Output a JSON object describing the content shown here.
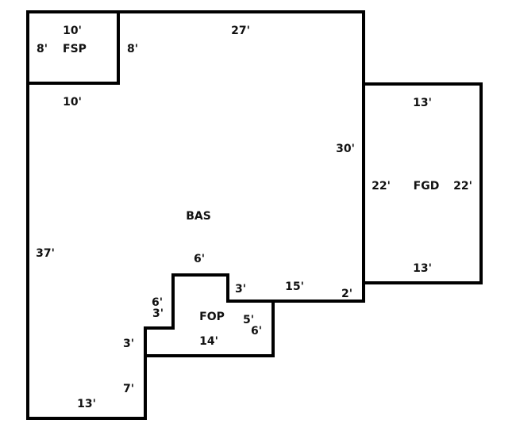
{
  "areas": {
    "bas": "BAS",
    "fsp": "FSP",
    "fgd": "FGD",
    "fop": "FOP"
  },
  "dimensions": {
    "bas_top": "27'",
    "bas_right": "30'",
    "bas_left": "37'",
    "bas_bottom": "13'",
    "bas_notch_top": "6'",
    "bas_notch_drop": "3'",
    "bas_right_lower": "15'",
    "bas_corner_drop": "2'",
    "bas_step_outer": "7'",
    "bas_step_inner": "3'",
    "fsp_top": "10'",
    "fsp_bottom": "10'",
    "fsp_left": "8'",
    "fsp_right": "8'",
    "fgd_top": "13'",
    "fgd_bottom": "13'",
    "fgd_left": "22'",
    "fgd_right": "22'",
    "fop_bottom": "14'",
    "fop_left_a": "6'",
    "fop_left_b": "3'",
    "fop_right_a": "5'",
    "fop_right_b": "6'"
  },
  "colors": {
    "line": "#000000",
    "text": "#111111",
    "background": "#ffffff"
  }
}
